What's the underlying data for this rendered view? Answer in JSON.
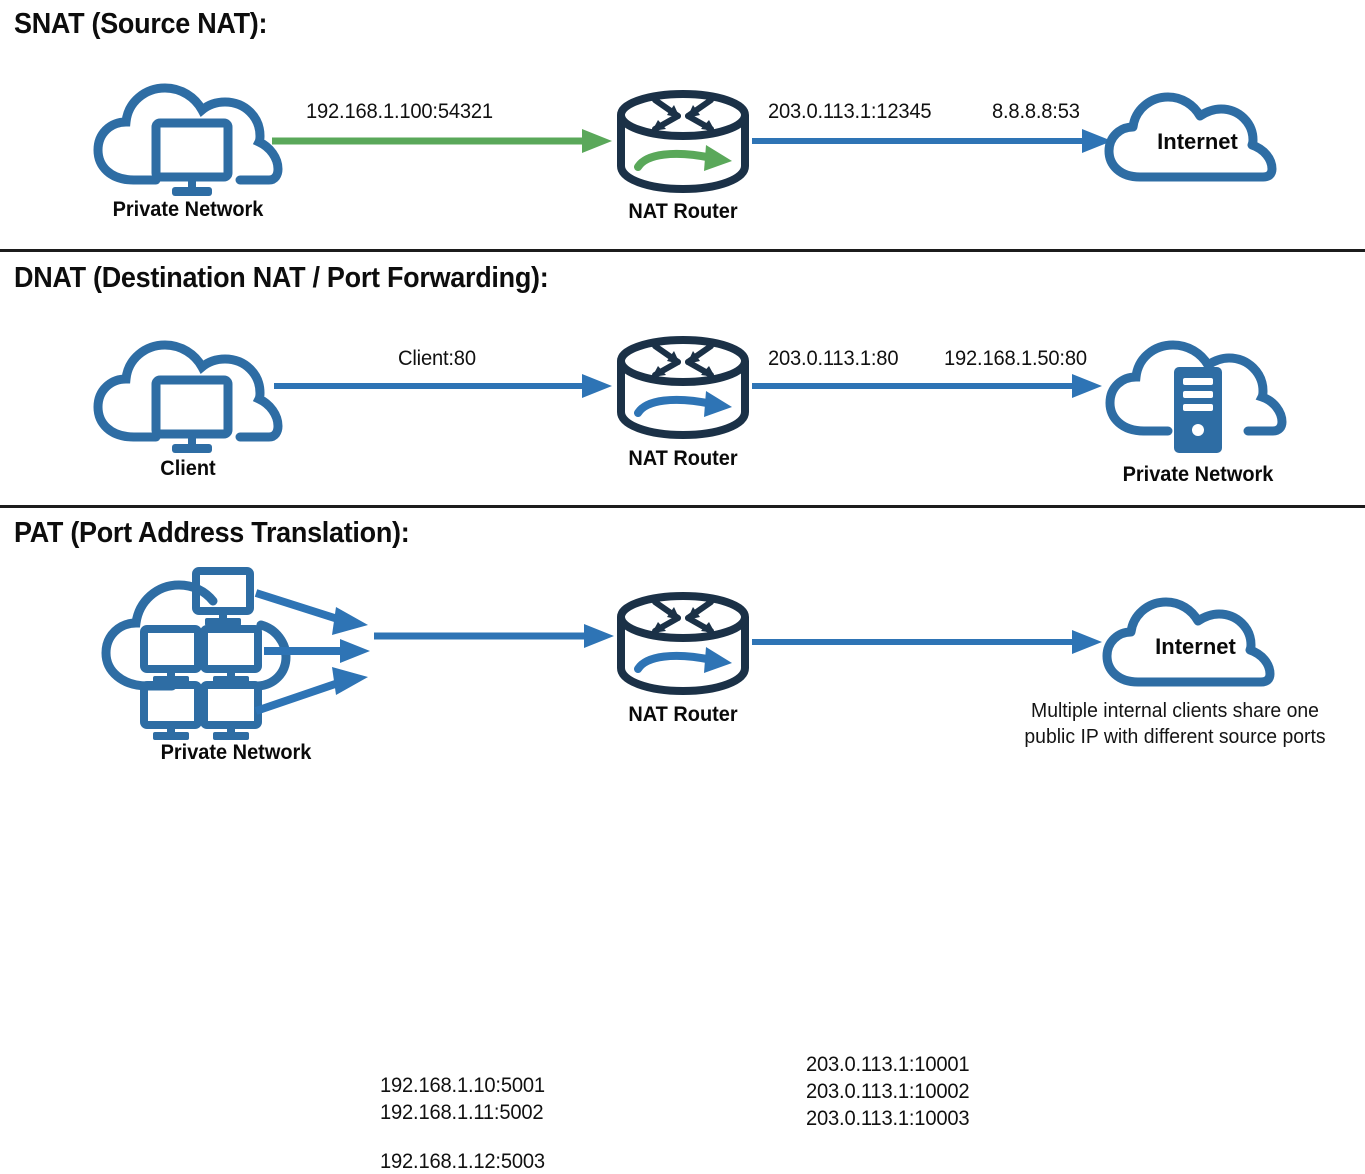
{
  "colors": {
    "cloud_blue": "#2e6da4",
    "arrow_blue": "#2e74b5",
    "arrow_green": "#5aa85a",
    "router_navy": "#1b3147",
    "divider": "#1c1c1c",
    "text": "#111111"
  },
  "sections": [
    {
      "id": "snat",
      "heading": "SNAT (Source NAT):",
      "arrow_color": "#5aa85a",
      "router_swirl_color": "#5aa85a",
      "nodes": {
        "source": {
          "label": "Private Network",
          "icon": "cloud-monitor-icon",
          "inner_text": ""
        },
        "router": {
          "label": "NAT Router",
          "icon": "router-icon"
        },
        "destination": {
          "label": "",
          "icon": "cloud-icon",
          "inner_text": "Internet"
        }
      },
      "edges": [
        {
          "label": "192.168.1.100:54321",
          "from": "source",
          "to": "router"
        },
        {
          "label": "203.0.113.1:12345",
          "from": "router",
          "to": "destination"
        },
        {
          "label": "8.8.8.8:53",
          "from": "router",
          "to": "destination"
        }
      ],
      "caption": ""
    },
    {
      "id": "dnat",
      "heading": "DNAT (Destination NAT / Port Forwarding):",
      "arrow_color": "#2e74b5",
      "router_swirl_color": "#2e74b5",
      "nodes": {
        "source": {
          "label": "Client",
          "icon": "cloud-monitor-icon",
          "inner_text": ""
        },
        "router": {
          "label": "NAT Router",
          "icon": "router-icon"
        },
        "destination": {
          "label": "Private Network",
          "icon": "cloud-server-icon",
          "inner_text": ""
        }
      },
      "edges": [
        {
          "label": "Client:80",
          "from": "source",
          "to": "router"
        },
        {
          "label": "203.0.113.1:80",
          "from": "router",
          "to": "destination"
        },
        {
          "label": "192.168.1.50:80",
          "from": "router",
          "to": "destination"
        }
      ],
      "caption": ""
    },
    {
      "id": "pat",
      "heading": "PAT (Port Address Translation):",
      "arrow_color": "#2e74b5",
      "router_swirl_color": "#2e74b5",
      "nodes": {
        "source": {
          "label": "Private Network",
          "icon": "cloud-multi-monitor-icon",
          "inner_text": ""
        },
        "router": {
          "label": "NAT Router",
          "icon": "router-icon"
        },
        "destination": {
          "label": "",
          "icon": "cloud-icon",
          "inner_text": "Internet"
        }
      },
      "edges": [
        {
          "label": "192.168.1.10:5001",
          "from": "source",
          "to": "router"
        },
        {
          "label": "192.168.1.11:5002",
          "from": "source",
          "to": "router"
        },
        {
          "label": "192.168.1.12:5003",
          "from": "source",
          "to": "router"
        },
        {
          "label": "203.0.113.1:10001",
          "from": "router",
          "to": "destination"
        },
        {
          "label": "203.0.113.1:10002",
          "from": "router",
          "to": "destination"
        },
        {
          "label": "203.0.113.1:10003",
          "from": "router",
          "to": "destination"
        }
      ],
      "caption_line1": "Multiple internal clients share one",
      "caption_line2": "public IP with different source ports"
    }
  ]
}
